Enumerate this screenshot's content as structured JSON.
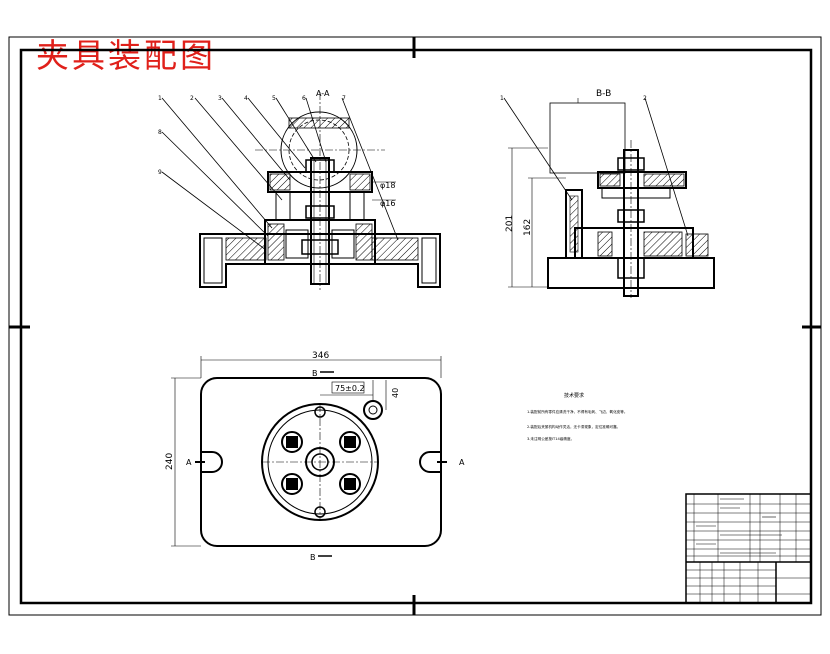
{
  "title": "夹具装配图",
  "section_labels": {
    "aa": "A-A",
    "bb": "B-B",
    "b_marker_top": "B",
    "b_marker_bottom": "B",
    "a_marker_left": "A",
    "a_marker_right": "A"
  },
  "dimensions": {
    "width_346": "346",
    "height_240": "240",
    "offset_75": "75±0.2",
    "dim_40": "40",
    "dim_201": "201",
    "dim_162": "162",
    "dim_phi_a": "φ18",
    "dim_phi_b": "φ16"
  },
  "tech_requirements": {
    "heading": "技术要求",
    "lines": [
      "1.装配前所有零件应清洗干净，不得有毛刺、飞边、氧化皮等。",
      "2.装配后夹紧机构动作灵活，无卡滞现象，定位准确可靠。",
      "3.未注明公差按IT14级精度。"
    ]
  },
  "colors": {
    "line": "#000000",
    "hatch": "#000000",
    "title_red": "#e0201a"
  }
}
